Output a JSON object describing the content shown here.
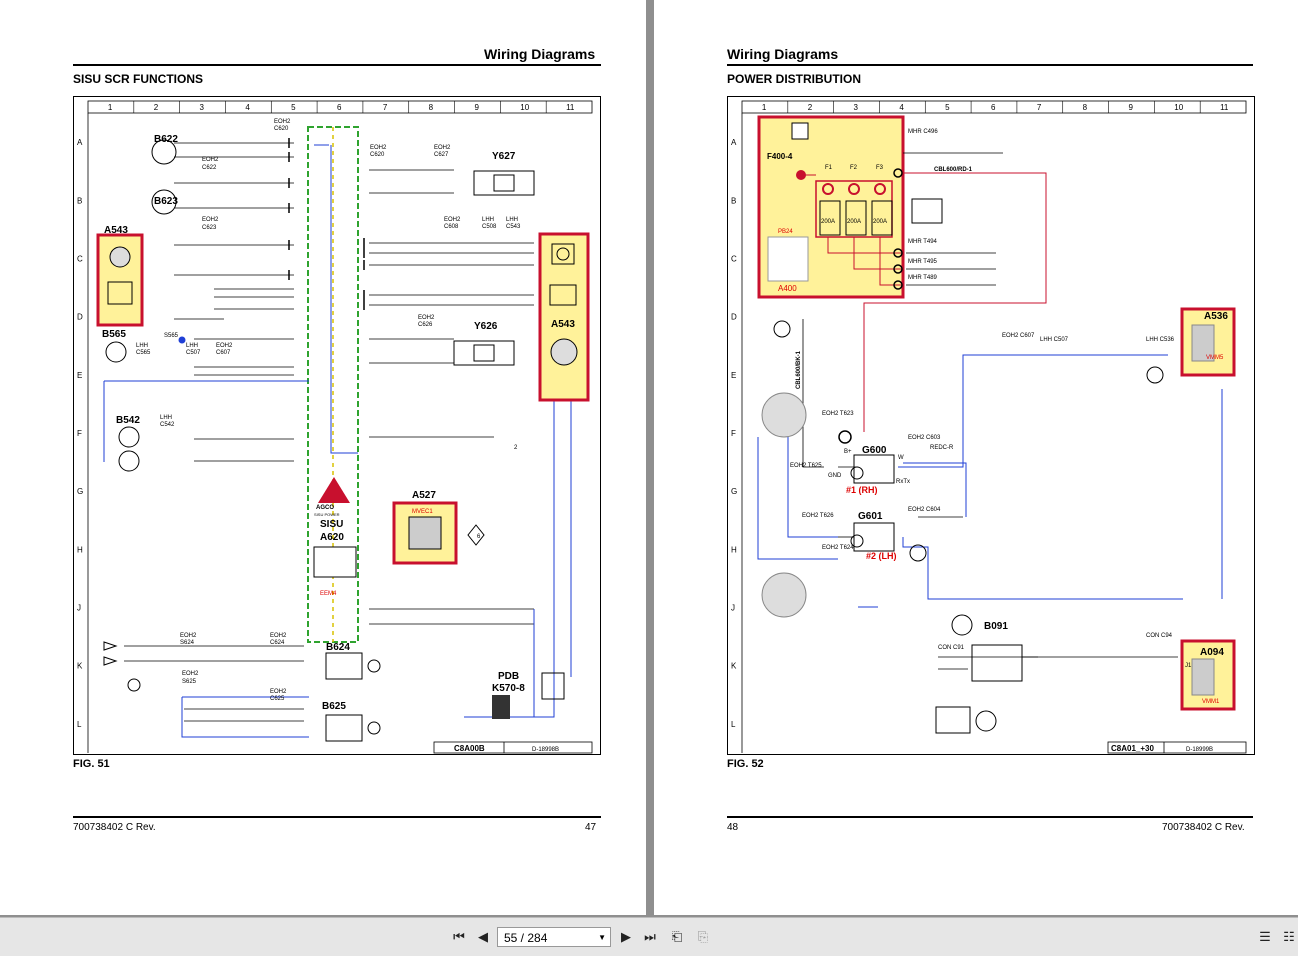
{
  "left_page": {
    "header": "Wiring Diagrams",
    "section": "SISU SCR FUNCTIONS",
    "figure": "FIG.  51",
    "footer_left": "700738402 C Rev.",
    "footer_right": "47",
    "title_block": "C8A00B",
    "drawing_number": "D-18998B",
    "columns": [
      "1",
      "2",
      "3",
      "4",
      "5",
      "6",
      "7",
      "8",
      "9",
      "10",
      "11"
    ],
    "rows": [
      "A",
      "B",
      "C",
      "D",
      "E",
      "F",
      "G",
      "H",
      "J",
      "K",
      "L"
    ],
    "components": {
      "b622": "B622",
      "b623": "B623",
      "a543_left": "A543",
      "b565": "B565",
      "b542": "B542",
      "s565": "S565",
      "y627": "Y627",
      "y626": "Y626",
      "a543_right": "A543",
      "a527": "A527",
      "mvec": "MVEC1",
      "sisu": "SISU",
      "a620": "A620",
      "eem4": "EEM4",
      "agco": "AGCO",
      "sisu_power": "SISU POWER",
      "b624": "B624",
      "b625": "B625",
      "pdb": "PDB",
      "k570": "K570-8",
      "s624": "S624",
      "s625": "S625",
      "ref6": "6",
      "ref2": "2",
      "eoh2": "EOH2",
      "lhh": "LHH",
      "c620": "C620",
      "c622": "C622",
      "c623": "C623",
      "c627": "C627",
      "c608": "C608",
      "c626": "C626",
      "c543": "C543",
      "c508": "C508",
      "c565": "C565",
      "c507": "C507",
      "c607": "C607",
      "c542": "C542",
      "c624": "C624",
      "c625": "C625"
    }
  },
  "right_page": {
    "header": "Wiring Diagrams",
    "section": "POWER DISTRIBUTION",
    "figure": "FIG.  52",
    "footer_left": "48",
    "footer_right": "700738402 C Rev.",
    "title_block": "C8A01_+30",
    "drawing_number": "D-18999B",
    "columns": [
      "1",
      "2",
      "3",
      "4",
      "5",
      "6",
      "7",
      "8",
      "9",
      "10",
      "11"
    ],
    "rows": [
      "A",
      "B",
      "C",
      "D",
      "E",
      "F",
      "G",
      "H",
      "J",
      "K",
      "L"
    ],
    "components": {
      "f400": "F400-4",
      "f1": "F1",
      "f2": "F2",
      "f3": "F3",
      "pb24": "PB24",
      "a400": "A400",
      "mhr_c496": "MHR C496",
      "cbl600": "CBL600/RD-1",
      "mhr_t494": "MHR T494",
      "mhr_t495": "MHR T495",
      "mhr_t489": "MHR T489",
      "fuse1": "200A",
      "fuse2": "200A",
      "fuse3": "200A",
      "cbl600bk": "CBL600/BK-1",
      "eoh2_t623": "EOH2 T623",
      "eoh2_t625": "EOH2 T625",
      "g600": "G600",
      "rh": "#1 (RH)",
      "eoh2_c603": "EOH2 C603",
      "redcr": "REDC-R",
      "g601": "G601",
      "lh": "#2 (LH)",
      "eoh2_t626": "EOH2 T626",
      "eoh2_t624": "EOH2 T624",
      "eoh2_c604": "EOH2 C604",
      "gnd": "GND",
      "bplus": "B+",
      "w": "W",
      "rxtx": "RxTx",
      "eoh2_c607": "EOH2 C607",
      "lhh_c507": "LHH C507",
      "lhh_c536": "LHH C536",
      "a536": "A536",
      "vmm5": "VMM5",
      "b091": "B091",
      "con_c91": "CON C91",
      "con_c94": "CON C94",
      "a094": "A094",
      "vmm1": "VMM1",
      "j1": "J1"
    }
  },
  "toolbar": {
    "page_indicator": "55 / 284"
  },
  "colors": {
    "red": "#c8102e",
    "yellow": "#fff29a",
    "blue": "#1f3fd6",
    "green": "#2fa32f",
    "page_bg": "#8f8f8f"
  }
}
